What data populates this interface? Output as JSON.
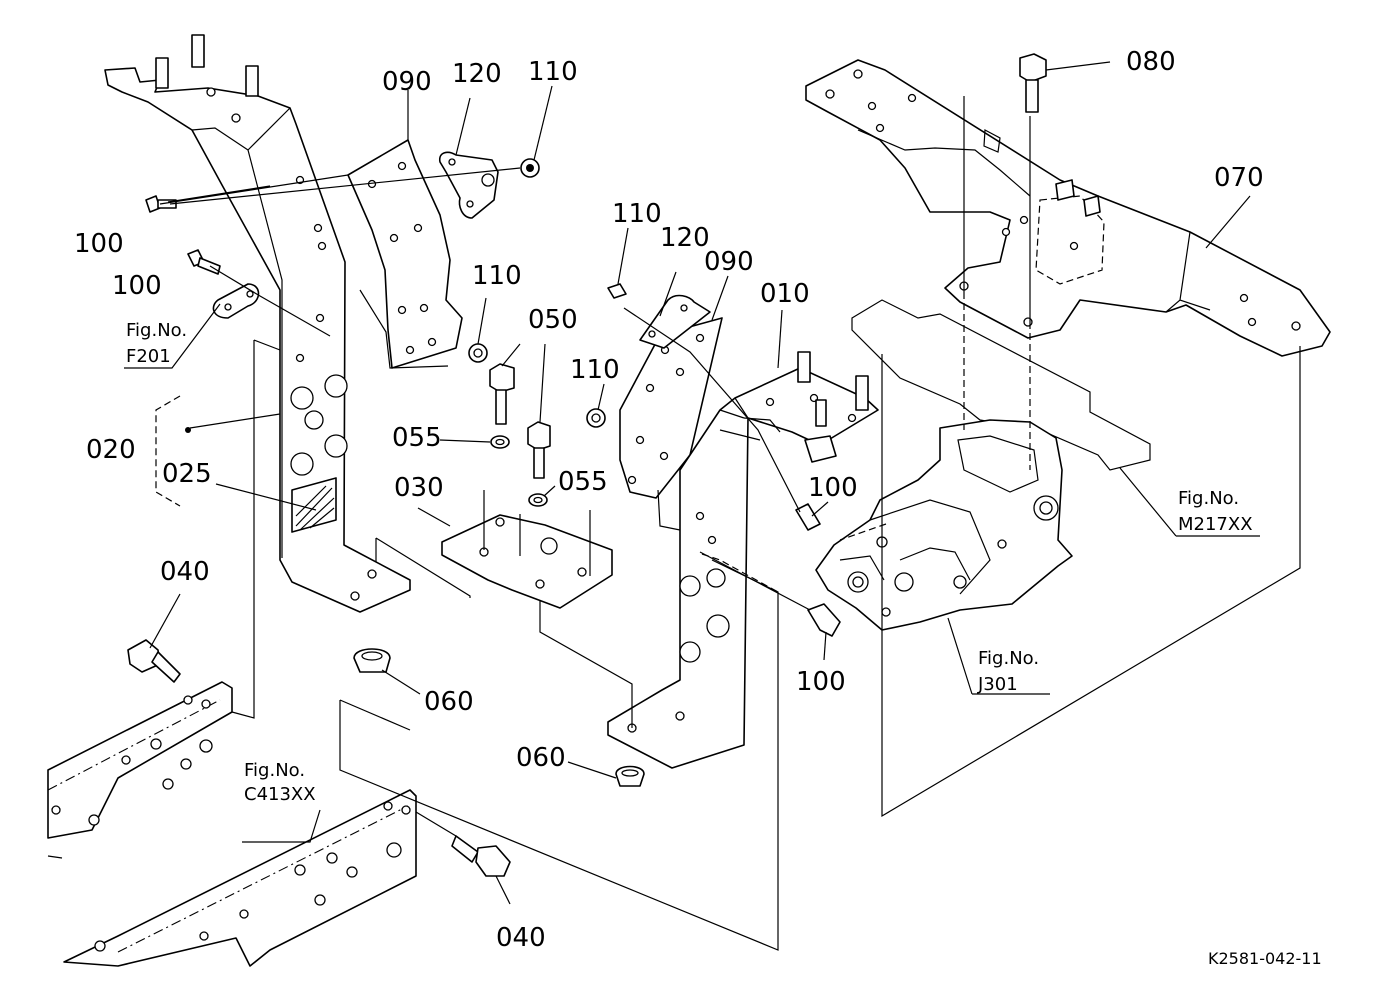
{
  "figure_code": "K2581-042-11",
  "callouts": [
    {
      "id": "c010",
      "text": "010"
    },
    {
      "id": "c020",
      "text": "020"
    },
    {
      "id": "c025",
      "text": "025"
    },
    {
      "id": "c030",
      "text": "030"
    },
    {
      "id": "c040a",
      "text": "040"
    },
    {
      "id": "c040b",
      "text": "040"
    },
    {
      "id": "c050",
      "text": "050"
    },
    {
      "id": "c055a",
      "text": "055"
    },
    {
      "id": "c055b",
      "text": "055"
    },
    {
      "id": "c060a",
      "text": "060"
    },
    {
      "id": "c060b",
      "text": "060"
    },
    {
      "id": "c070",
      "text": "070"
    },
    {
      "id": "c080",
      "text": "080"
    },
    {
      "id": "c090a",
      "text": "090"
    },
    {
      "id": "c090b",
      "text": "090"
    },
    {
      "id": "c100a",
      "text": "100"
    },
    {
      "id": "c100b",
      "text": "100"
    },
    {
      "id": "c100c",
      "text": "100"
    },
    {
      "id": "c100d",
      "text": "100"
    },
    {
      "id": "c110a",
      "text": "110"
    },
    {
      "id": "c110b",
      "text": "110"
    },
    {
      "id": "c110c",
      "text": "110"
    },
    {
      "id": "c110d",
      "text": "110"
    },
    {
      "id": "c120a",
      "text": "120"
    },
    {
      "id": "c120b",
      "text": "120"
    }
  ],
  "figure_refs": [
    {
      "id": "f201",
      "prefix": "Fig.No.",
      "code": "F201"
    },
    {
      "id": "m217",
      "prefix": "Fig.No.",
      "code": "M217XX"
    },
    {
      "id": "j301",
      "prefix": "Fig.No.",
      "code": "J301"
    },
    {
      "id": "c413",
      "prefix": "Fig.No.",
      "code": "C413XX"
    }
  ]
}
